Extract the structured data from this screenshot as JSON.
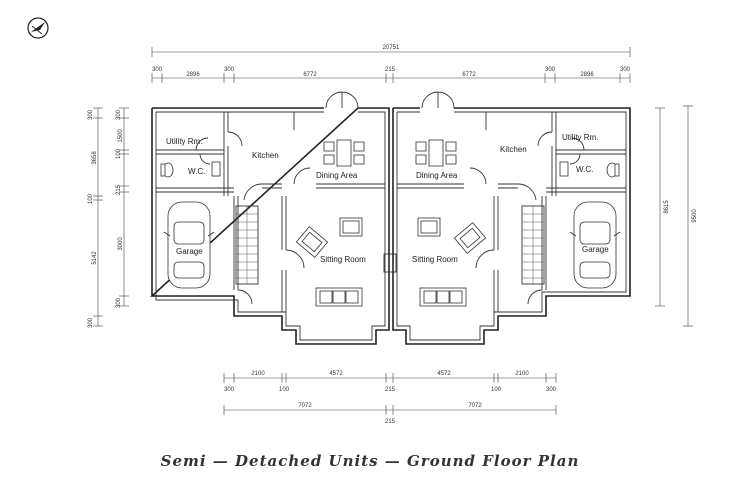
{
  "title": "Semi — Detached Units — Ground Floor Plan",
  "rooms": {
    "utility_left": "Utility Rm.",
    "utility_right": "Utility Rm.",
    "wc_left": "W.C.",
    "wc_right": "W.C.",
    "kitchen_left": "Kitchen",
    "kitchen_right": "Kitchen",
    "dining_left": "Dining Area",
    "dining_right": "Dining Area",
    "sitting_left": "Sitting Room",
    "sitting_right": "Sitting Room",
    "garage_left": "Garage",
    "garage_right": "Garage"
  },
  "dims": {
    "top_total": "20751",
    "top_300a": "300",
    "top_2896a": "2896",
    "top_300b": "300",
    "top_6772a": "6772",
    "top_215": "215",
    "top_6772b": "6772",
    "top_300c": "300",
    "top_2896b": "2896",
    "top_300d": "300",
    "left_300a": "300",
    "left_3658": "3658",
    "left_100": "100",
    "left_5142": "5142",
    "left_300b": "300",
    "left2_300a": "300",
    "left2_1500": "1500",
    "left2_100": "100",
    "left2_215": "215",
    "left2_3000": "3000",
    "left2_300b": "300",
    "right_8615": "8615",
    "right_9500": "9500",
    "bot_2100a": "2100",
    "bot_4572a": "4572",
    "bot_215": "215",
    "bot_4572b": "4572",
    "bot_2100b": "2100",
    "bot_300a": "300",
    "bot_100a": "100",
    "bot_100b": "100",
    "bot_300b": "300",
    "bot_7072a": "7072",
    "bot_7072b": "7072",
    "bot_215b": "215"
  },
  "logo": "compass-logo"
}
